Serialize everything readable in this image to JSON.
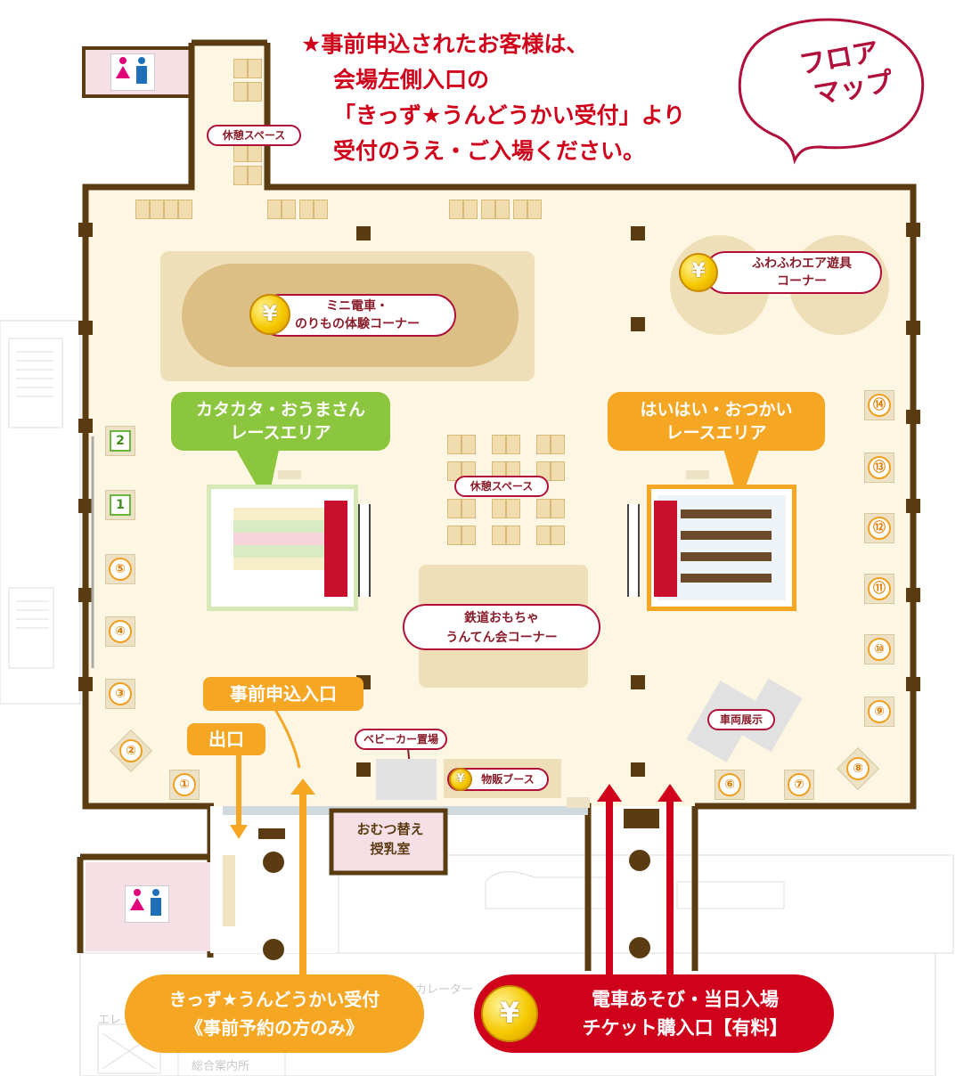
{
  "notice": {
    "line1": "★事前申込されたお客様は、",
    "line2": "会場左側入口の",
    "line3": "「きっず★うんどうかい受付」より",
    "line4": "受付のうえ・ご入場ください。"
  },
  "badge": {
    "line1": "フロア",
    "line2": "マップ"
  },
  "labels": {
    "rest_top": "休憩スペース",
    "rest_center": "休憩スペース",
    "mini_train_1": "ミニ電車・",
    "mini_train_2": "のりもの体験コーナー",
    "fuwafuwa_1": "ふわふわエア遊具",
    "fuwafuwa_2": "コーナー",
    "katakata_1": "カタカタ・おうまさん",
    "katakata_2": "レースエリア",
    "haihai_1": "はいはい・おつかい",
    "haihai_2": "レースエリア",
    "railway_1": "鉄道おもちゃ",
    "railway_2": "うんてん会コーナー",
    "vehicle": "車両展示",
    "stroller": "ベビーカー置場",
    "merch": "物販ブース",
    "nursing_1": "おむつ替え",
    "nursing_2": "授乳室",
    "exit": "出口",
    "pre_entrance": "事前申込入口",
    "kids_reception_1": "きっず★うんどうかい受付",
    "kids_reception_2": "《事前予約の方のみ》",
    "ticket_1": "電車あそび・当日入場",
    "ticket_2": "チケット購入口【有料】",
    "escalator": "エスカレーター",
    "elevator": "エレ",
    "info": "総合案内所"
  },
  "icons": {
    "yen": "¥",
    "toilet": "restroom-icon"
  },
  "booth_numbers": [
    "①",
    "②",
    "③",
    "④",
    "⑤",
    "⑥",
    "⑦",
    "⑧",
    "⑨",
    "⑩",
    "⑪",
    "⑫",
    "⑬",
    "⑭"
  ],
  "green_numbers": [
    "1",
    "2"
  ],
  "colors": {
    "wall": "#5b3c12",
    "floor": "#fdf6e3",
    "accent_red": "#d0021b",
    "orange": "#f5a623",
    "green": "#8cc63f",
    "label_border": "#b0103a"
  }
}
